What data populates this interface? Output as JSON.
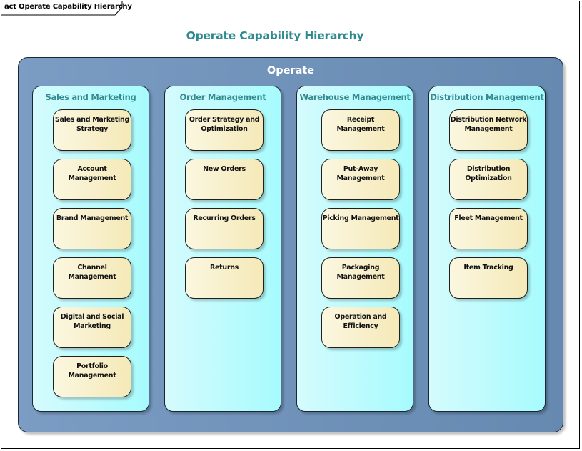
{
  "frame": {
    "label": "act Operate Capability Hierarchy"
  },
  "diagram": {
    "title": "Operate Capability Hierarchy"
  },
  "root": {
    "title": "Operate",
    "lanes": [
      {
        "title": "Sales and Marketing",
        "capabilities": [
          "Sales and Marketing Strategy",
          "Account Management",
          "Brand Management",
          "Channel Management",
          "Digital and Social Marketing",
          "Portfolio Management"
        ]
      },
      {
        "title": "Order Management",
        "capabilities": [
          "Order Strategy and Optimization",
          "New Orders",
          "Recurring Orders",
          "Returns"
        ]
      },
      {
        "title": "Warehouse Management",
        "capabilities": [
          "Receipt Management",
          "Put-Away Management",
          "Picking Management",
          "Packaging Management",
          "Operation and Efficiency"
        ]
      },
      {
        "title": "Distribution Management",
        "capabilities": [
          "Distribution Network Management",
          "Distribution Optimization",
          "Fleet Management",
          "Item Tracking"
        ]
      }
    ]
  },
  "colors": {
    "title": "#2e8a8e",
    "root_fill": "#7294bd",
    "lane_fill": "#a7fbfd",
    "capability_fill": "#f5e9b8"
  }
}
